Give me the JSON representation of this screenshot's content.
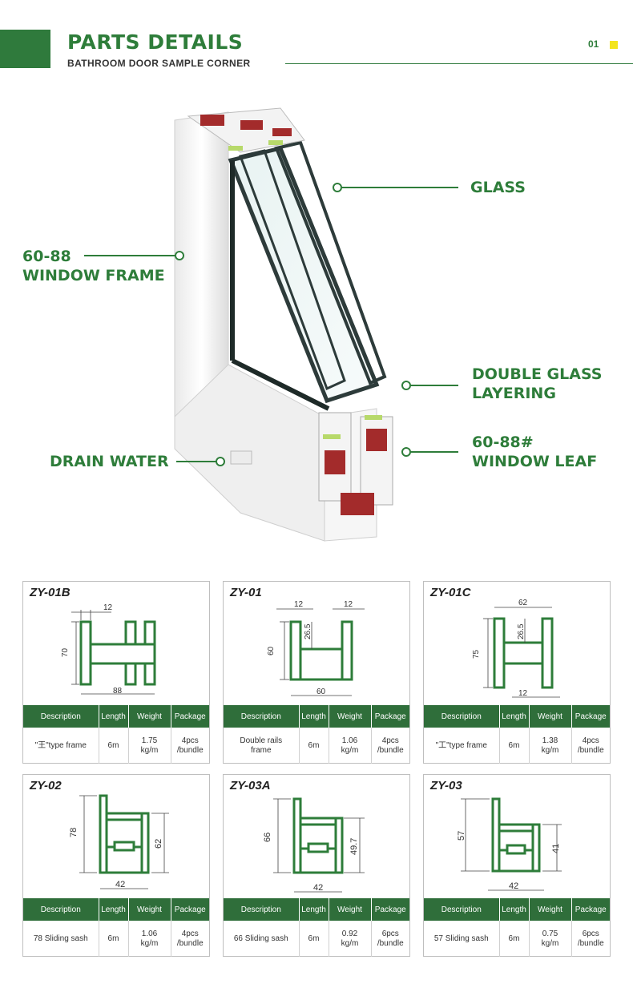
{
  "header": {
    "title": "PARTS DETAILS",
    "subtitle": "BATHROOM DOOR SAMPLE CORNER",
    "page_number": "01",
    "accent_color": "#2f7a3c",
    "dot_color": "#f3e51d"
  },
  "callouts": {
    "glass": "GLASS",
    "frame_line1": "60-88",
    "frame_line2": "WINDOW FRAME",
    "double_line1": "DOUBLE GLASS",
    "double_line2": "LAYERING",
    "drain": "DRAIN WATER",
    "leaf_line1": "60-88#",
    "leaf_line2": "WINDOW LEAF"
  },
  "table_headers": {
    "description": "Description",
    "length": "Length",
    "weight": "Weight",
    "package": "Package"
  },
  "products": [
    {
      "code": "ZY-01B",
      "description": "\"王\"type frame",
      "length": "6m",
      "weight": "1.75\nkg/m",
      "package": "4pcs\n/bundle",
      "dims": [
        "12",
        "70",
        "88"
      ]
    },
    {
      "code": "ZY-01",
      "description": "Double rails\nframe",
      "length": "6m",
      "weight": "1.06\nkg/m",
      "package": "4pcs\n/bundle",
      "dims": [
        "12",
        "12",
        "26.5",
        "60",
        "60"
      ]
    },
    {
      "code": "ZY-01C",
      "description": "\"工\"type frame",
      "length": "6m",
      "weight": "1.38\nkg/m",
      "package": "4pcs\n/bundle",
      "dims": [
        "62",
        "26.5",
        "75",
        "12"
      ]
    },
    {
      "code": "ZY-02",
      "description": "78 Sliding sash",
      "length": "6m",
      "weight": "1.06\nkg/m",
      "package": "4pcs\n/bundle",
      "dims": [
        "78",
        "62",
        "42"
      ]
    },
    {
      "code": "ZY-03A",
      "description": "66 Sliding sash",
      "length": "6m",
      "weight": "0.92\nkg/m",
      "package": "6pcs\n/bundle",
      "dims": [
        "66",
        "49.7",
        "42"
      ]
    },
    {
      "code": "ZY-03",
      "description": "57 Sliding sash",
      "length": "6m",
      "weight": "0.75\nkg/m",
      "package": "6pcs\n/bundle",
      "dims": [
        "57",
        "41",
        "42"
      ]
    }
  ]
}
